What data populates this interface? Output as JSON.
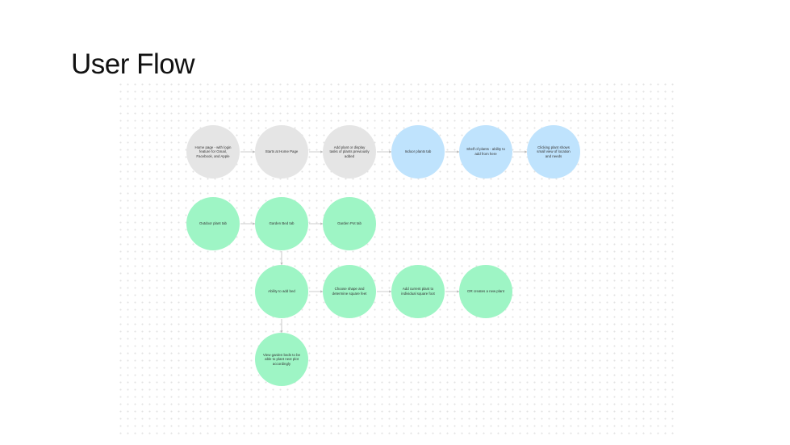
{
  "title": "User Flow",
  "colors": {
    "gray": "#e5e5e5",
    "blue": "#bfe3fd",
    "green": "#9ef5c5",
    "connector": "#bbbbbb"
  },
  "nodes": {
    "home_page": "Home page - with login feature for Gmail, Facebook, and Apple",
    "starts_home": "Starts at Home Page",
    "add_plant": "Add plant or display tasks of plants previously added",
    "indoor_tab": "Indoor plants tab",
    "shelf_plants": "Shelf of plants - ability to add from here",
    "clicking_plant": "Clicking plant shows small view of location and needs",
    "outdoor_tab": "Outdoor plant tab",
    "garden_bed_tab": "Garden Bed tab",
    "garden_pot_tab": "Garden Pot tab",
    "ability_add_bed": "Ability to add bed",
    "choose_shape": "Choose shape and determine square feet",
    "add_current_plant": "Add current plant to individual square foot",
    "or_create": "OR creates a new plant",
    "view_garden_beds": "View garden beds to be able to plant next plot accordingly"
  }
}
